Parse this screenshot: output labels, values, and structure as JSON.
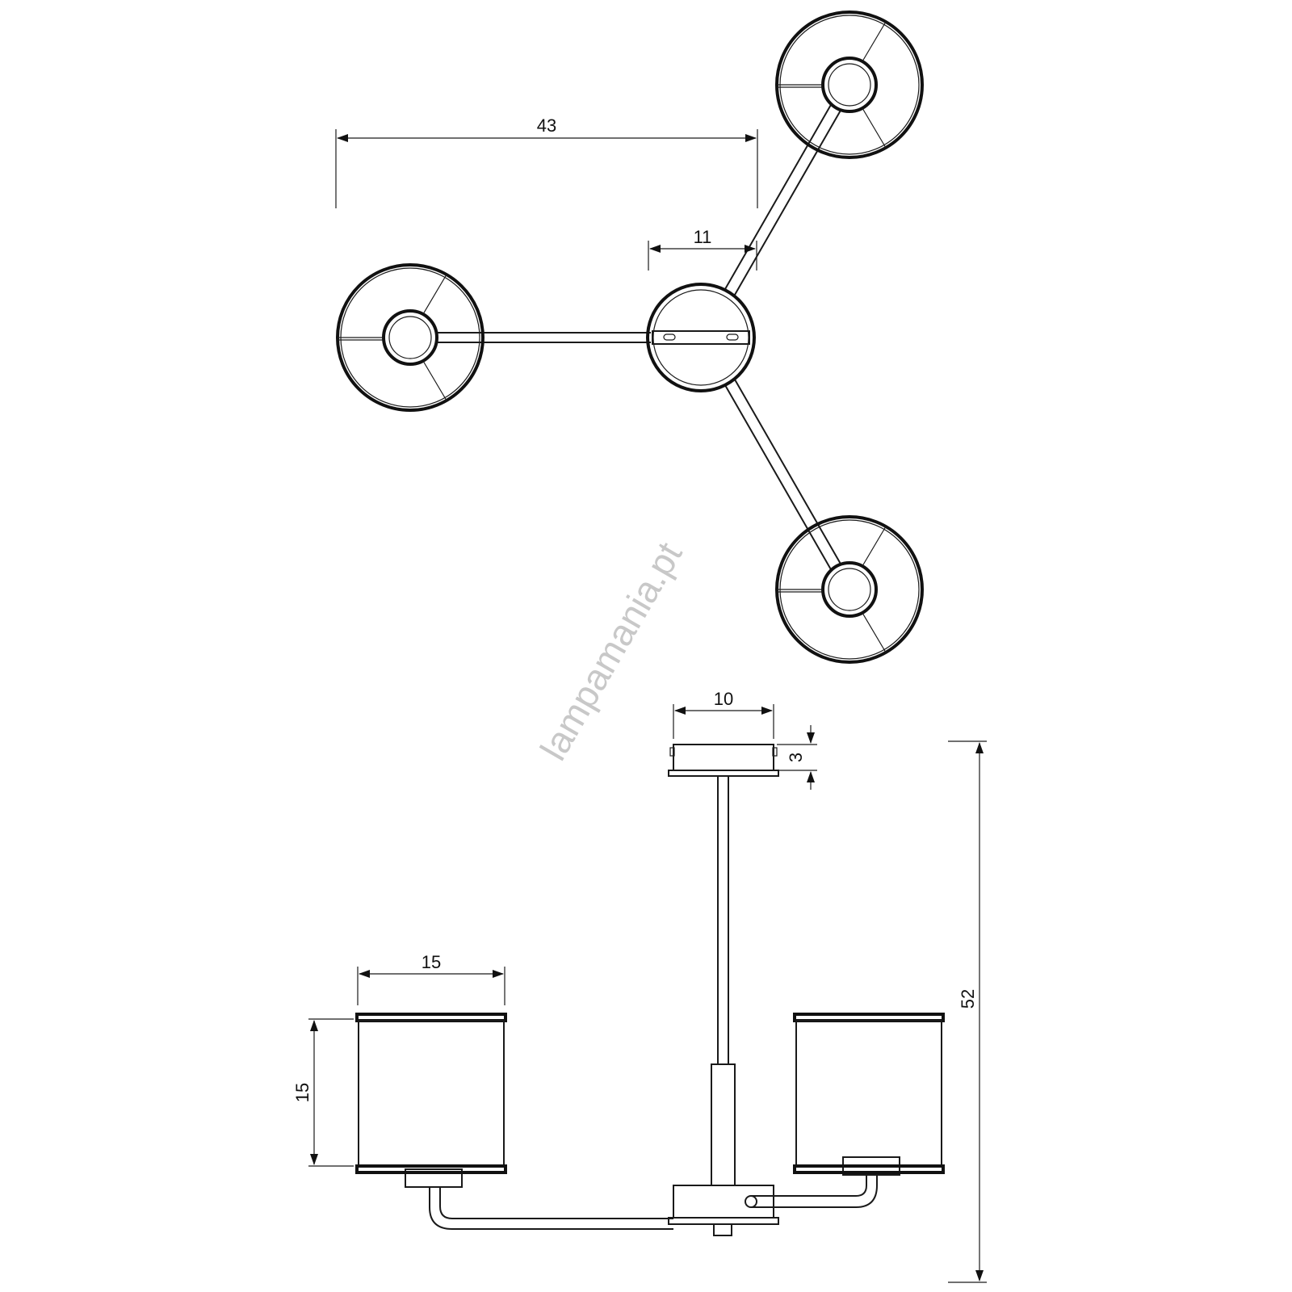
{
  "watermark": "lampamania.pt",
  "top_view": {
    "dim_total_width": "43",
    "dim_arm": "11"
  },
  "side_view": {
    "dim_canopy_width": "10",
    "dim_canopy_height": "3",
    "dim_total_height": "52",
    "dim_shade_width": "15",
    "dim_shade_height": "15"
  },
  "colors": {
    "line": "#1a1a1a",
    "watermark": "#c8c8c8"
  }
}
